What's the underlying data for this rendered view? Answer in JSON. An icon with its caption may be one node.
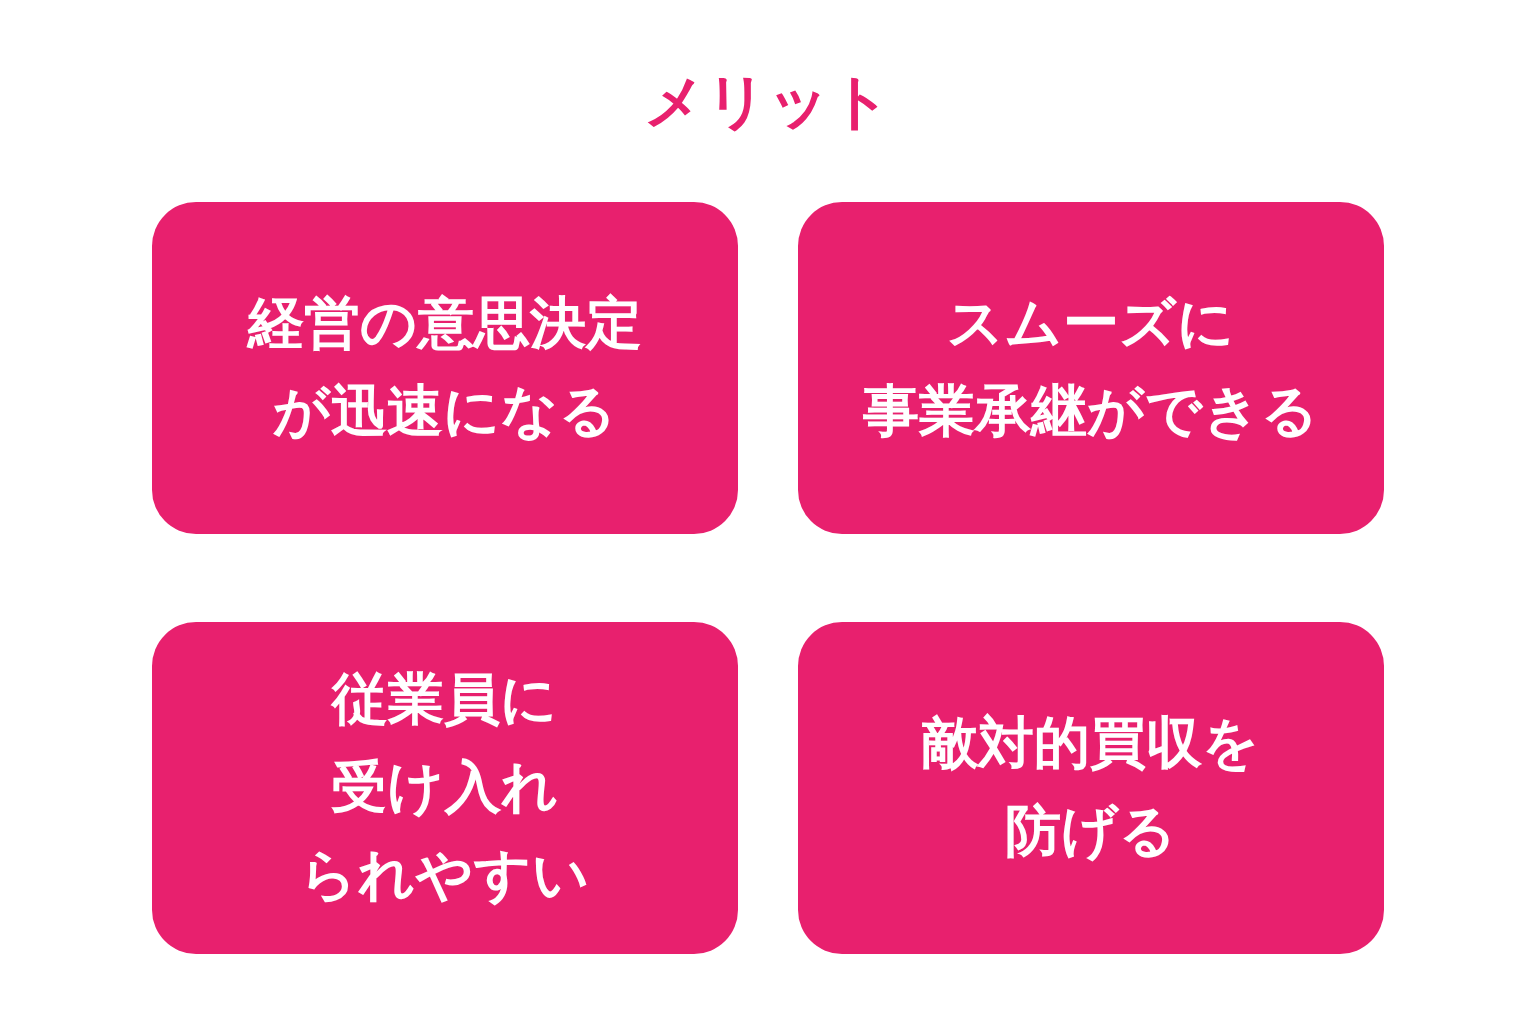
{
  "diagram": {
    "title": "メリット",
    "nodes": [
      {
        "text": [
          "経営の意思決定が迅速になる"
        ]
      },
      {
        "text": [
          "スムーズに事業承継ができる"
        ]
      },
      {
        "text": [
          "従業員に受け入れられやすい"
        ]
      },
      {
        "text": [
          "敵対的買収を防げる"
        ]
      }
    ]
  }
}
